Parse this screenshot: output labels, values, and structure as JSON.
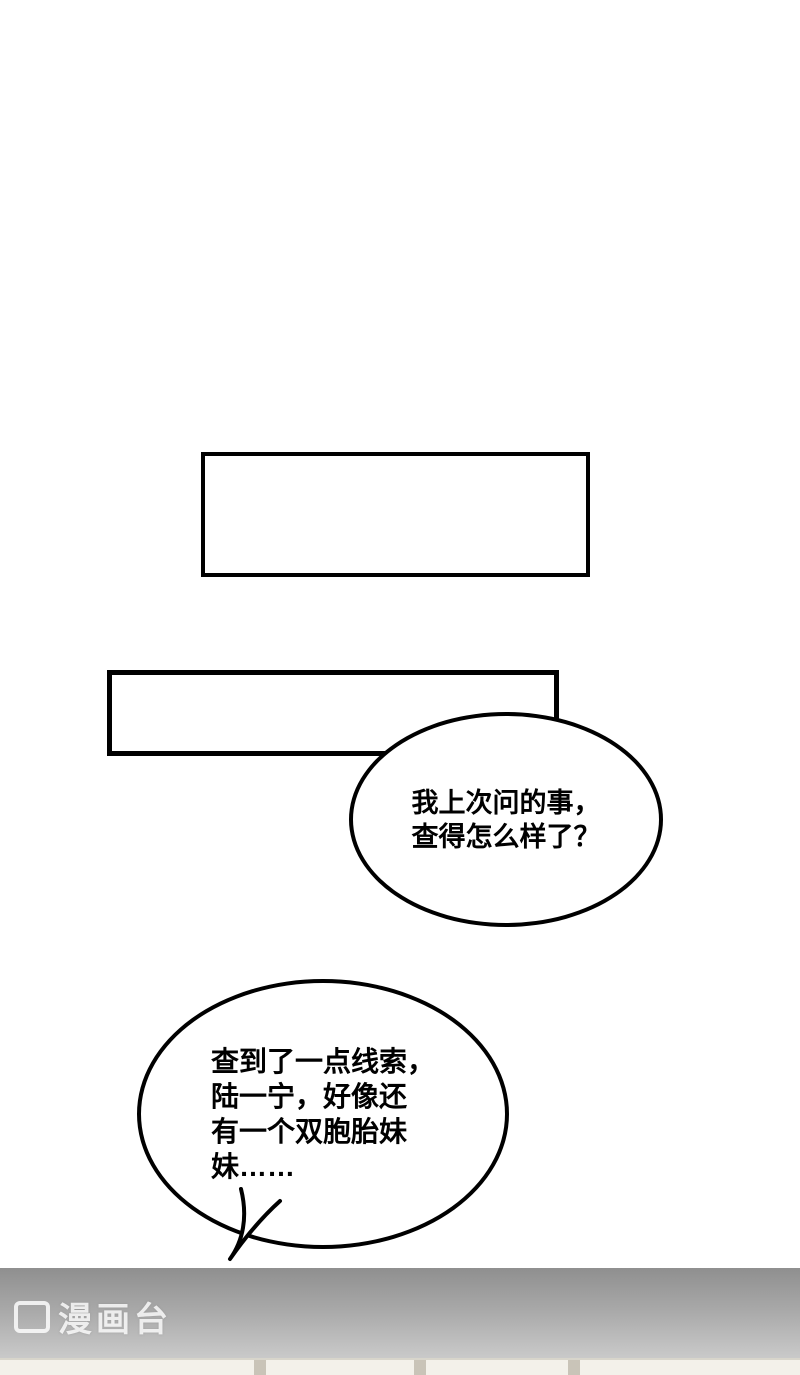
{
  "bubbles": {
    "bubble1": {
      "lines": [
        "我上次问的事，",
        "查得怎么样了？"
      ]
    },
    "bubble2": {
      "lines": [
        "查到了一点线索，",
        "陆一宁，好像还",
        "有一个双胞胎妹",
        "妹……"
      ]
    }
  },
  "watermark": {
    "text": "漫画台"
  },
  "colors": {
    "ink": "#000000",
    "paper": "#ffffff",
    "floor_top": "#8f8f8f",
    "floor_bottom": "#d3d3d3",
    "cabinet_panel": "#f3f1ea",
    "watermark": "#ffffff"
  }
}
